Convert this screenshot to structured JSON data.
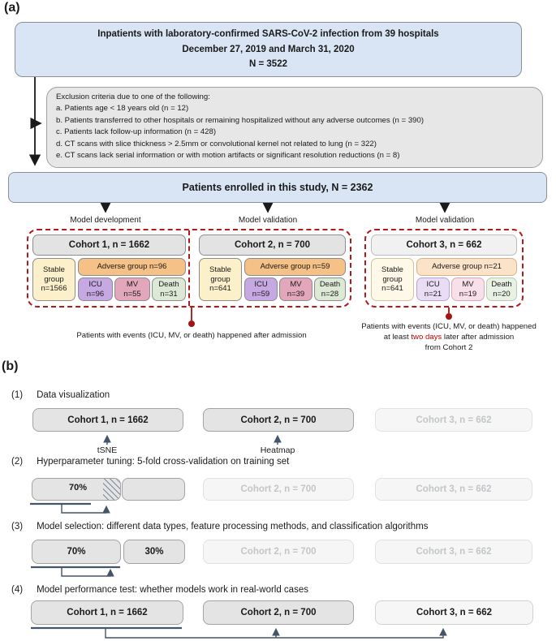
{
  "colors": {
    "box_blue": "#d9e5f4",
    "box_gray": "#e4e4e4",
    "stable_yellow": "#fcf0cb",
    "adverse_orange": "#f6c187",
    "icu_purple": "#c6a9e2",
    "mv_pink": "#e3a7bb",
    "death_green": "#dcead5",
    "dashed_red": "#b31919",
    "accent_red": "#c00000",
    "connector_slate": "#44546a"
  },
  "panel_a": {
    "label": "(a)",
    "top_box": {
      "line1": "Inpatients with laboratory-confirmed SARS-CoV-2 infection from 39 hospitals",
      "line2": "December 27, 2019 and March 31, 2020",
      "line3": "N = 3522"
    },
    "exclusion_box": {
      "title": "Exclusion criteria due to one of the following:",
      "items": [
        "a. Patients age < 18 years old (n = 12)",
        "b. Patients transferred to other hospitals or remaining hospitalized without any adverse outcomes (n = 390)",
        "c. Patients lack follow-up information (n = 428)",
        "d. CT scans with slice thickness > 2.5mm or convolutional kernel not related to lung (n = 322)",
        "e. CT scans lack serial information or with motion artifacts or significant resolution reductions (n = 8)"
      ]
    },
    "enrolled_box": "Patients enrolled in this study, N = 2362",
    "branch_labels": [
      "Model development",
      "Model validation",
      "Model validation"
    ],
    "cohorts": [
      {
        "title": "Cohort 1, n = 1662",
        "stable_line1": "Stable",
        "stable_line2": "group",
        "stable_n": "n=1566",
        "adverse": "Adverse group n=96",
        "icu": "ICU",
        "icu_n": "n=96",
        "mv": "MV",
        "mv_n": "n=55",
        "death": "Death",
        "death_n": "n=31"
      },
      {
        "title": "Cohort 2, n = 700",
        "stable_line1": "Stable",
        "stable_line2": "group",
        "stable_n": "n=641",
        "adverse": "Adverse group n=59",
        "icu": "ICU",
        "icu_n": "n=59",
        "mv": "MV",
        "mv_n": "n=39",
        "death": "Death",
        "death_n": "n=28"
      },
      {
        "title": "Cohort 3, n = 662",
        "stable_line1": "Stable",
        "stable_line2": "group",
        "stable_n": "n=641",
        "adverse": "Adverse group n=21",
        "icu": "ICU",
        "icu_n": "n=21",
        "mv": "MV",
        "mv_n": "n=19",
        "death": "Death",
        "death_n": "n=20"
      }
    ],
    "annotation_cohort12": "Patients with events (ICU, MV, or death) happened after admission",
    "annotation_cohort3": {
      "line1": "Patients with events (ICU, MV, or death) happened",
      "line2_pre": "at least ",
      "line2_highlight": "two days",
      "line2_post": " later after admission",
      "line3": "from Cohort 2"
    }
  },
  "panel_b": {
    "label": "(b)",
    "steps": [
      {
        "num": "(1)",
        "title": "Data visualization"
      },
      {
        "num": "(2)",
        "title": "Hyperparameter tuning: 5-fold cross-validation on training set"
      },
      {
        "num": "(3)",
        "title": "Model selection: different data types, feature processing methods, and classification algorithms"
      },
      {
        "num": "(4)",
        "title": "Model performance test: whether models work in real-world cases"
      }
    ],
    "cohort1": "Cohort 1, n = 1662",
    "cohort2": "Cohort 2, n = 700",
    "cohort3": "Cohort 3, n = 662",
    "tsne": "tSNE",
    "heatmap": "Heatmap",
    "train_pct": "70%",
    "test_pct": "30%"
  }
}
